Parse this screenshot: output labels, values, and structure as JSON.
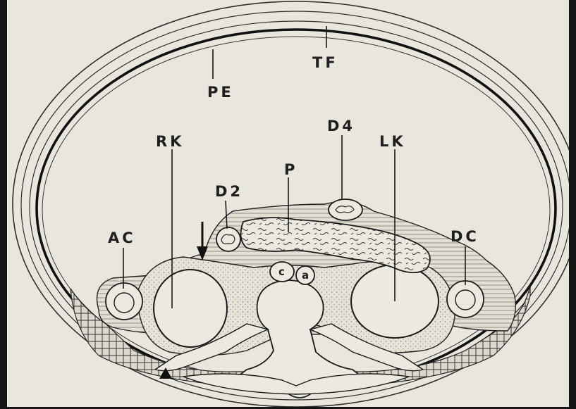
{
  "figure": {
    "labels": {
      "tf": "TF",
      "pe": "PE",
      "d4": "D4",
      "rk": "RK",
      "lk": "LK",
      "p": "P",
      "d2": "D2",
      "ac": "AC",
      "dc": "DC",
      "c": "c",
      "a": "a"
    },
    "colors": {
      "paper": "#eceae3",
      "ink": "#2a2a2a",
      "fat": "#d8d3c6",
      "stipple": "#8a8a84"
    }
  }
}
